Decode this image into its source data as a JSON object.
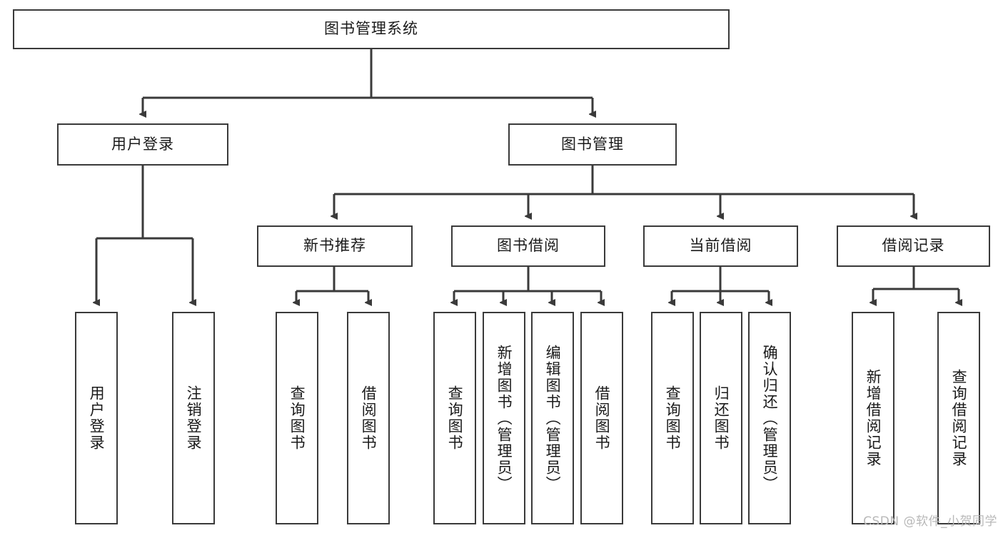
{
  "diagram": {
    "title": "图书管理系统",
    "type": "tree",
    "watermark": "CSDN @软件_小贺同学",
    "colors": {
      "stroke": "#3a3a3a",
      "fill": "#ffffff",
      "text": "#1a1a1a",
      "watermark": "#b8b8b8",
      "background": "#ffffff"
    },
    "nodes": {
      "root": {
        "label": "图书管理系统"
      },
      "level2": [
        {
          "id": "user-login",
          "label": "用户登录"
        },
        {
          "id": "book-management",
          "label": "图书管理"
        }
      ],
      "level3": [
        {
          "id": "new-book-recommend",
          "label": "新书推荐"
        },
        {
          "id": "book-borrow",
          "label": "图书借阅"
        },
        {
          "id": "current-borrow",
          "label": "当前借阅"
        },
        {
          "id": "borrow-record",
          "label": "借阅记录"
        }
      ],
      "leaves": {
        "user_login": [
          {
            "id": "leaf-user-login",
            "label": "用户登录"
          },
          {
            "id": "leaf-logout-login",
            "label": "注销登录"
          }
        ],
        "new_book_recommend": [
          {
            "id": "leaf-query-book-1",
            "label": "查询图书"
          },
          {
            "id": "leaf-borrow-book-1",
            "label": "借阅图书"
          }
        ],
        "book_borrow": [
          {
            "id": "leaf-query-book-2",
            "label": "查询图书"
          },
          {
            "id": "leaf-add-book",
            "label": "新增图书（管理员）"
          },
          {
            "id": "leaf-edit-book",
            "label": "编辑图书（管理员）"
          },
          {
            "id": "leaf-borrow-book-2",
            "label": "借阅图书"
          }
        ],
        "current_borrow": [
          {
            "id": "leaf-query-book-3",
            "label": "查询图书"
          },
          {
            "id": "leaf-return-book",
            "label": "归还图书"
          },
          {
            "id": "leaf-confirm-return",
            "label": "确认归还（管理员）"
          }
        ],
        "borrow_record": [
          {
            "id": "leaf-add-record",
            "label": "新增借阅记录"
          },
          {
            "id": "leaf-query-record",
            "label": "查询借阅记录"
          }
        ]
      }
    }
  }
}
